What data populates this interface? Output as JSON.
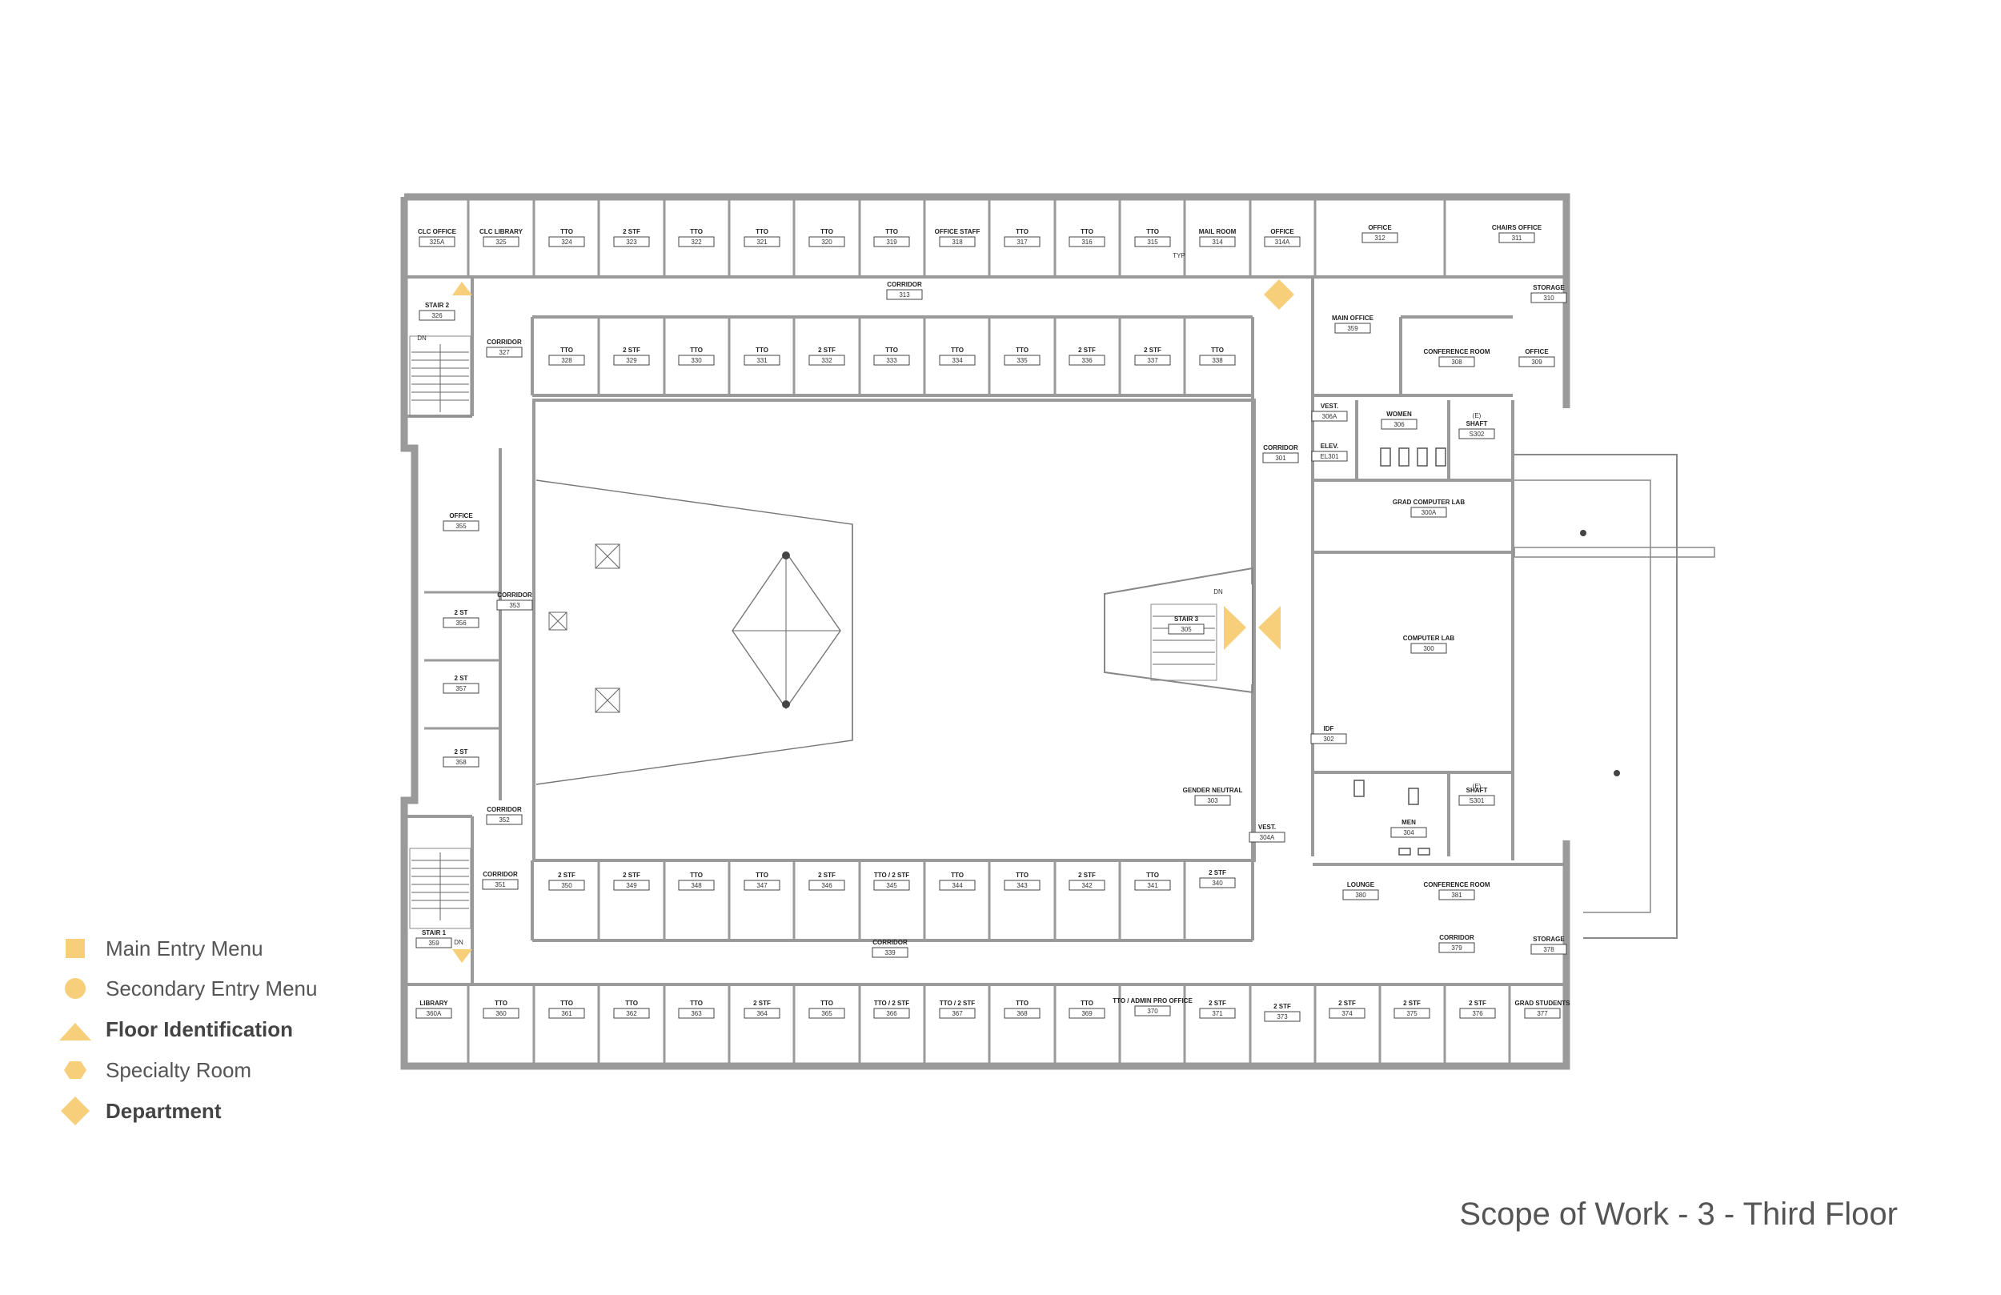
{
  "title": "Scope of Work - 3 - Third Floor",
  "legend": [
    {
      "label": "Main Entry Menu",
      "icon": "square-icon",
      "bold": false
    },
    {
      "label": "Secondary Entry Menu",
      "icon": "circle-icon",
      "bold": false
    },
    {
      "label": "Floor Identification",
      "icon": "triangle-icon",
      "bold": true
    },
    {
      "label": "Specialty Room",
      "icon": "hexagon-icon",
      "bold": false
    },
    {
      "label": "Department",
      "icon": "diamond-icon",
      "bold": true
    }
  ],
  "colors": {
    "marker": "#f7cf7a",
    "wall": "#9a9a9a",
    "text": "#555555"
  },
  "rooms": {
    "r325a": {
      "label": "CLC OFFICE",
      "number": "325A"
    },
    "r325": {
      "label": "CLC LIBRARY",
      "number": "325"
    },
    "r324": {
      "label": "TTO",
      "number": "324"
    },
    "r323": {
      "label": "2 STF",
      "number": "323"
    },
    "r322": {
      "label": "TTO",
      "number": "322"
    },
    "r321": {
      "label": "TTO",
      "number": "321"
    },
    "r320": {
      "label": "TTO",
      "number": "320"
    },
    "r319": {
      "label": "TTO",
      "number": "319"
    },
    "r318": {
      "label": "OFFICE STAFF",
      "number": "318"
    },
    "r317": {
      "label": "TTO",
      "number": "317"
    },
    "r316": {
      "label": "TTO",
      "number": "316"
    },
    "r315": {
      "label": "TTO",
      "number": "315"
    },
    "r314": {
      "label": "MAIL ROOM",
      "number": "314"
    },
    "r314a": {
      "label": "OFFICE",
      "number": "314A"
    },
    "r312": {
      "label": "OFFICE",
      "number": "312"
    },
    "r311": {
      "label": "CHAIRS OFFICE",
      "number": "311"
    },
    "r313": {
      "label": "CORRIDOR",
      "number": "313"
    },
    "r326": {
      "label": "STAIR 2",
      "number": "326"
    },
    "r327": {
      "label": "CORRIDOR",
      "number": "327"
    },
    "r328": {
      "label": "TTO",
      "number": "328"
    },
    "r329": {
      "label": "2 STF",
      "number": "329"
    },
    "r330": {
      "label": "TTO",
      "number": "330"
    },
    "r331": {
      "label": "TTO",
      "number": "331"
    },
    "r332": {
      "label": "2 STF",
      "number": "332"
    },
    "r333": {
      "label": "TTO",
      "number": "333"
    },
    "r334": {
      "label": "TTO",
      "number": "334"
    },
    "r335": {
      "label": "TTO",
      "number": "335"
    },
    "r336": {
      "label": "2 STF",
      "number": "336"
    },
    "r337": {
      "label": "2 STF",
      "number": "337"
    },
    "r338": {
      "label": "TTO",
      "number": "338"
    },
    "r310": {
      "label": "STORAGE",
      "number": "310"
    },
    "r359main": {
      "label": "MAIN OFFICE",
      "number": "359"
    },
    "r308": {
      "label": "CONFERENCE ROOM",
      "number": "308"
    },
    "r309": {
      "label": "OFFICE",
      "number": "309"
    },
    "r306a": {
      "label": "VEST.",
      "number": "306A"
    },
    "r306": {
      "label": "WOMEN",
      "number": "306"
    },
    "rs302": {
      "label": "SHAFT",
      "number": "S302"
    },
    "rel301": {
      "label": "ELEV.",
      "number": "EL301"
    },
    "r301": {
      "label": "CORRIDOR",
      "number": "301"
    },
    "r300a": {
      "label": "GRAD COMPUTER LAB",
      "number": "300A"
    },
    "r300": {
      "label": "COMPUTER LAB",
      "number": "300"
    },
    "r302": {
      "label": "IDF",
      "number": "302"
    },
    "r305": {
      "label": "STAIR 3",
      "number": "305"
    },
    "r303": {
      "label": "GENDER NEUTRAL",
      "number": "303"
    },
    "rs301": {
      "label": "SHAFT",
      "number": "S301"
    },
    "r304": {
      "label": "MEN",
      "number": "304"
    },
    "r304a": {
      "label": "VEST.",
      "number": "304A"
    },
    "r355": {
      "label": "OFFICE",
      "number": "355"
    },
    "r353": {
      "label": "CORRIDOR",
      "number": "353"
    },
    "r356": {
      "label": "2 ST",
      "number": "356"
    },
    "r357": {
      "label": "2 ST",
      "number": "357"
    },
    "r358": {
      "label": "2 ST",
      "number": "358"
    },
    "r352": {
      "label": "CORRIDOR",
      "number": "352"
    },
    "r351": {
      "label": "CORRIDOR",
      "number": "351"
    },
    "r350": {
      "label": "2 STF",
      "number": "350"
    },
    "r349": {
      "label": "2 STF",
      "number": "349"
    },
    "r348": {
      "label": "TTO",
      "number": "348"
    },
    "r347": {
      "label": "TTO",
      "number": "347"
    },
    "r346": {
      "label": "2 STF",
      "number": "346"
    },
    "r345": {
      "label": "TTO / 2 STF",
      "number": "345"
    },
    "r344": {
      "label": "TTO",
      "number": "344"
    },
    "r343": {
      "label": "TTO",
      "number": "343"
    },
    "r342": {
      "label": "2 STF",
      "number": "342"
    },
    "r341": {
      "label": "TTO",
      "number": "341"
    },
    "r340": {
      "label": "2 STF",
      "number": "340"
    },
    "r380": {
      "label": "LOUNGE",
      "number": "380"
    },
    "r381": {
      "label": "CONFERENCE ROOM",
      "number": "381"
    },
    "r359stair": {
      "label": "STAIR 1",
      "number": "359"
    },
    "r339": {
      "label": "CORRIDOR",
      "number": "339"
    },
    "r379": {
      "label": "CORRIDOR",
      "number": "379"
    },
    "r378": {
      "label": "STORAGE",
      "number": "378"
    },
    "r360a": {
      "label": "LIBRARY",
      "number": "360A"
    },
    "r360": {
      "label": "TTO",
      "number": "360"
    },
    "r361": {
      "label": "TTO",
      "number": "361"
    },
    "r362": {
      "label": "TTO",
      "number": "362"
    },
    "r363": {
      "label": "TTO",
      "number": "363"
    },
    "r364": {
      "label": "2 STF",
      "number": "364"
    },
    "r365": {
      "label": "TTO",
      "number": "365"
    },
    "r366": {
      "label": "TTO / 2 STF",
      "number": "366"
    },
    "r367": {
      "label": "TTO / 2 STF",
      "number": "367"
    },
    "r368": {
      "label": "TTO",
      "number": "368"
    },
    "r369": {
      "label": "TTO",
      "number": "369"
    },
    "r370": {
      "label": "TTO / ADMIN PRO OFFICE",
      "number": "370"
    },
    "r371": {
      "label": "2 STF",
      "number": "371"
    },
    "r373": {
      "label": "2 STF",
      "number": "373"
    },
    "r374": {
      "label": "2 STF",
      "number": "374"
    },
    "r375": {
      "label": "2 STF",
      "number": "375"
    },
    "r376": {
      "label": "2 STF",
      "number": "376"
    },
    "r377": {
      "label": "GRAD STUDENTS",
      "number": "377"
    }
  },
  "notes": {
    "typ": "TYP",
    "dn_stair2": "DN",
    "dn_stair3": "DN",
    "dn_stair1": "DN",
    "e_shaft_top": "(E)",
    "e_shaft_bottom": "(E)"
  }
}
